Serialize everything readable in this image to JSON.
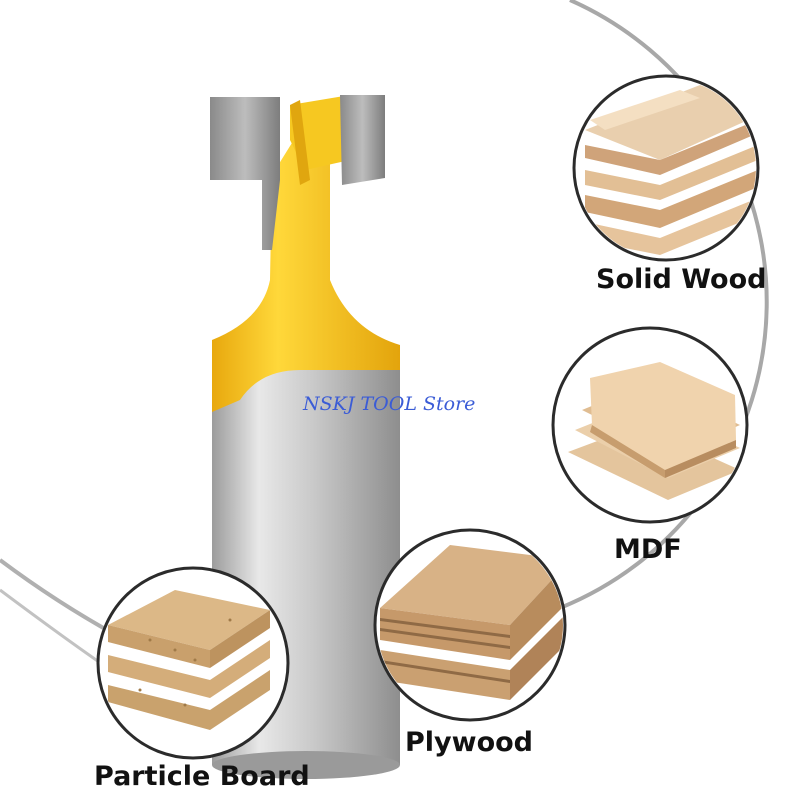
{
  "watermark": "NSKJ TOOL Store",
  "materials": {
    "solid_wood": "Solid Wood",
    "mdf": "MDF",
    "plywood": "Plywood",
    "particle_board": "Particle Board"
  },
  "colors": {
    "ring": "#a8a8a8",
    "router_yellow": "#f3c21a",
    "shank_gray": "#c9c9c9",
    "wood_light": "#e6c9a2",
    "wood_mid": "#d4ab7e",
    "particle": "#d8b27a",
    "watermark": "#3b5cd6"
  }
}
